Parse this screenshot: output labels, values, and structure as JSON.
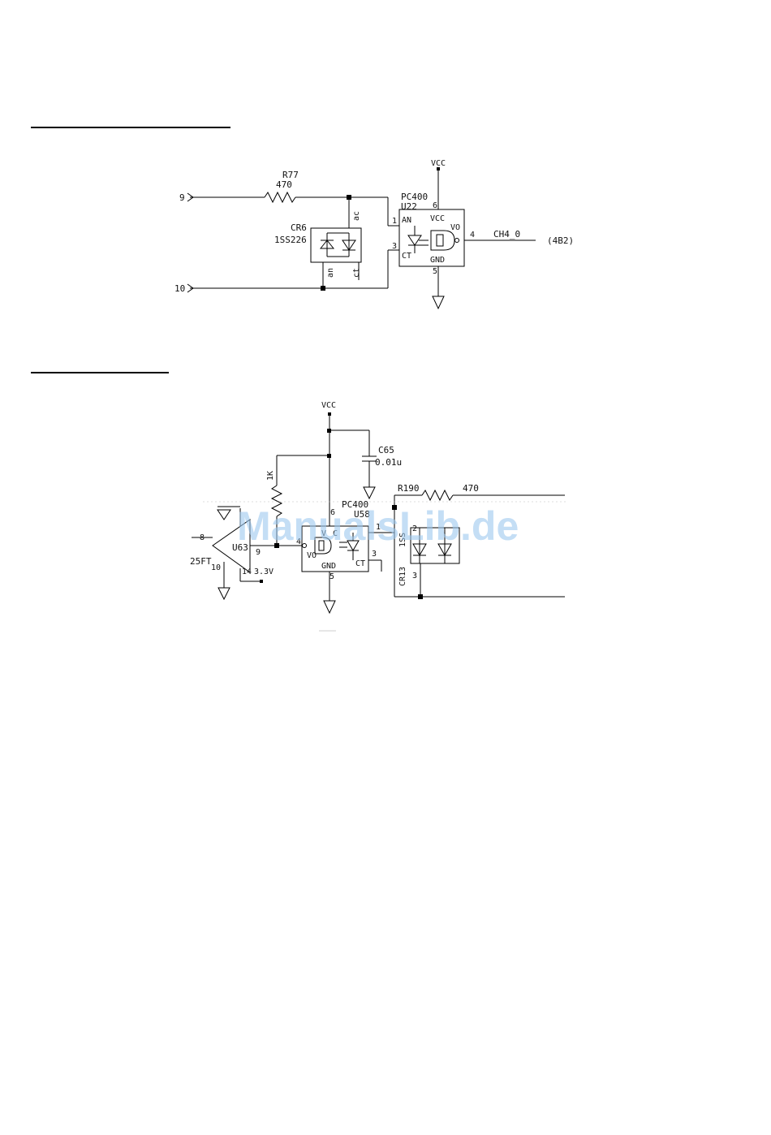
{
  "watermark": "ManualsLib.de",
  "diagram1": {
    "vcc": "VCC",
    "pin_in_9": "9",
    "pin_in_10": "10",
    "r_name": "R77",
    "r_value": "470",
    "cr_name": "CR6",
    "cr_part": "1SS226",
    "cr_ac": "ac",
    "cr_an": "an",
    "cr_ct": "ct",
    "u_part": "PC400",
    "u_name": "U22",
    "u_pin_an": "AN",
    "u_pin_vcc": "VCC",
    "u_pin_vo": "VO",
    "u_pin_ct": "CT",
    "u_pin_gnd": "GND",
    "pin1": "1",
    "pin3": "3",
    "pin4": "4",
    "pin5": "5",
    "pin6": "6",
    "net_out": "CH4_0",
    "net_ref": "(4B2)"
  },
  "diagram2": {
    "vcc": "VCC",
    "c_name": "C65",
    "c_value": "0.01u",
    "r1_value": "1K",
    "r_name": "R190",
    "r_value": "470",
    "u_part": "PC400",
    "u_name": "U58",
    "u_vcc_a": "V",
    "u_vcc_b": "C",
    "u_vo": "VO",
    "u_ct": "CT",
    "u_gnd": "GND",
    "u63": "U63",
    "p6": "6",
    "p1": "1",
    "p4": "4",
    "p3": "3",
    "p5": "5",
    "p8": "8",
    "p9": "9",
    "p10": "10",
    "p14": "14",
    "label_25ft": "25FT",
    "v33": "3.3V",
    "cr13": "CR13",
    "n1ss": "1SS",
    "n3": "3",
    "n2": "2"
  }
}
